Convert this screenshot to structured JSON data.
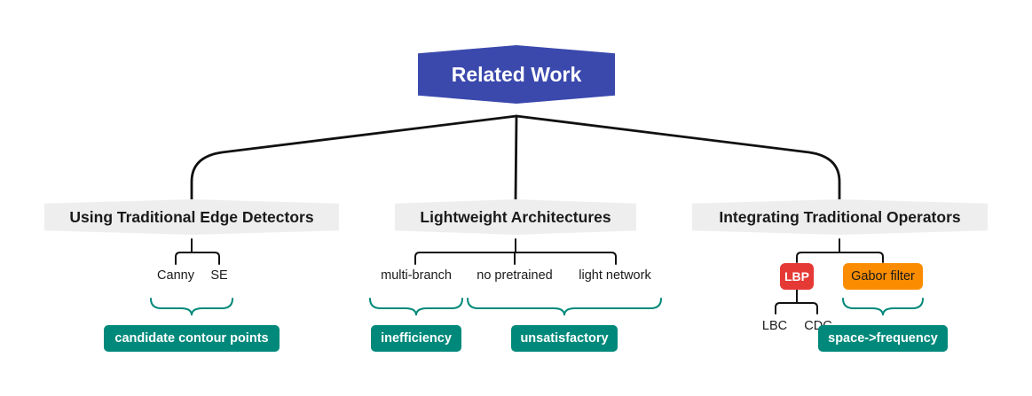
{
  "root": {
    "label": "Related Work"
  },
  "branches": [
    {
      "label": "Using Traditional Edge Detectors"
    },
    {
      "label": "Lightweight Architectures"
    },
    {
      "label": "Integrating Traditional Operators"
    }
  ],
  "edge_detectors": {
    "leaves": [
      "Canny",
      "SE"
    ],
    "summary": "candidate contour points"
  },
  "lightweight": {
    "leaves": [
      "multi-branch",
      "no pretrained",
      "light network"
    ],
    "summaries": [
      "inefficiency",
      "unsatisfactory"
    ]
  },
  "operators": {
    "lbp": "LBP",
    "lbp_children": [
      "LBC",
      "CDC"
    ],
    "gabor": "Gabor filter",
    "summary": "space->frequency"
  },
  "colors": {
    "root": "#3b49ad",
    "branch": "#eeeeee",
    "summary_tag": "#00897b",
    "lbp_tag": "#e53935",
    "gabor_tag": "#fb8c00",
    "line": "#111111",
    "brace": "#00897b"
  }
}
